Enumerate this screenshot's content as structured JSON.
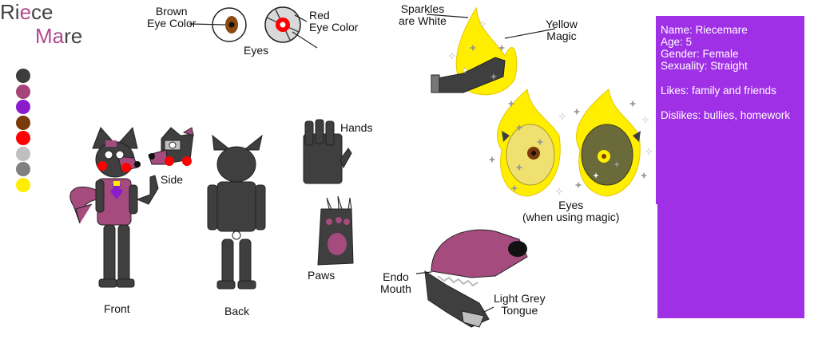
{
  "title": {
    "line1": "Riece",
    "line2": "Mare"
  },
  "palette": [
    "#3d3d3d",
    "#a6447a",
    "#8a1ccc",
    "#7a3b0a",
    "#ff0000",
    "#bfbfbf",
    "#808080",
    "#ffee00"
  ],
  "colors": {
    "panel": "#a030e6",
    "fur": "#3f3f3f",
    "pink": "#a54b7e",
    "yellow": "#ffee00",
    "red": "#ff0000"
  },
  "eyes_section": {
    "brown_label": "Brown\nEye Color",
    "red_label": "Red\nEye Color",
    "eyes_label": "Eyes"
  },
  "views": {
    "front": "Front",
    "side": "Side",
    "back": "Back"
  },
  "parts": {
    "hands": "Hands",
    "paws": "Paws"
  },
  "magic": {
    "sparkles": "Sparkles\nare White",
    "yellow_magic": "Yellow\nMagic",
    "eyes_magic": "Eyes\n(when using magic)"
  },
  "mouth": {
    "endo": "Endo\nMouth",
    "tongue": "Light Grey\nTongue"
  },
  "info": {
    "name": "Name: Riecemare",
    "age": "Age: 5",
    "gender": "Gender: Female",
    "sexuality": "Sexuality: Straight",
    "likes": "Likes: family and friends",
    "dislikes": "Dislikes: bullies, homework"
  }
}
